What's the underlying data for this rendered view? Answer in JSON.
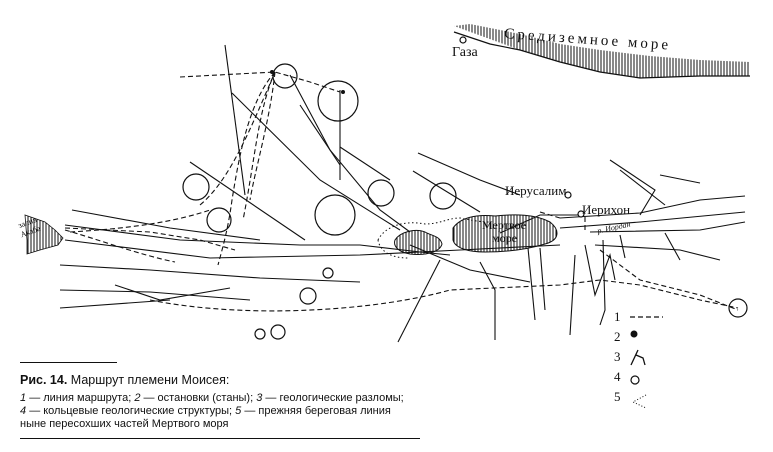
{
  "map": {
    "sea_label": "Средиземное море",
    "places": {
      "gaza": "Газа",
      "jerusalem": "Иерусалим",
      "jericho": "Иерихон",
      "dead_sea_line1": "Мертвое",
      "dead_sea_line2": "море",
      "aqaba_line1": "залив",
      "aqaba_line2": "Акаба",
      "jordan_river": "р. Иордан"
    }
  },
  "legend": {
    "items": [
      {
        "num": "1",
        "symbol": "route-dashed-line"
      },
      {
        "num": "2",
        "symbol": "filled-dot"
      },
      {
        "num": "3",
        "symbol": "fault-line"
      },
      {
        "num": "4",
        "symbol": "open-circle"
      },
      {
        "num": "5",
        "symbol": "dotted-shoreline"
      }
    ]
  },
  "caption": {
    "figure_label": "Рис. 14.",
    "title": "Маршрут племени Моисея:",
    "items": [
      {
        "num": "1",
        "text": "— линия маршрута;"
      },
      {
        "num": "2",
        "text": "— остановки (станы);"
      },
      {
        "num": "3",
        "text": "— геологические разломы;"
      },
      {
        "num": "4",
        "text": "— кольцевые геологические структуры;"
      },
      {
        "num": "5",
        "text": "— прежняя береговая линия ныне пересохших частей Мертвого моря"
      }
    ]
  }
}
